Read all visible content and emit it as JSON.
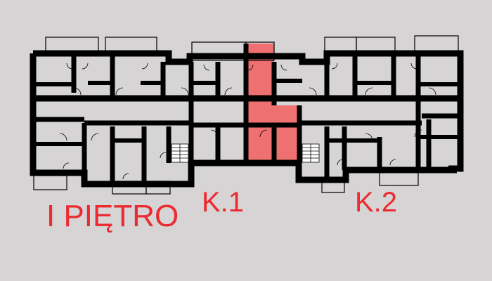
{
  "floor_label": "I PIĘTRO",
  "units": [
    {
      "label": "K.1"
    },
    {
      "label": "K.2"
    }
  ],
  "colors": {
    "background": "#d6d4d4",
    "walls": "#000000",
    "highlight": "#ef7070",
    "text": "#ec2a2f"
  }
}
